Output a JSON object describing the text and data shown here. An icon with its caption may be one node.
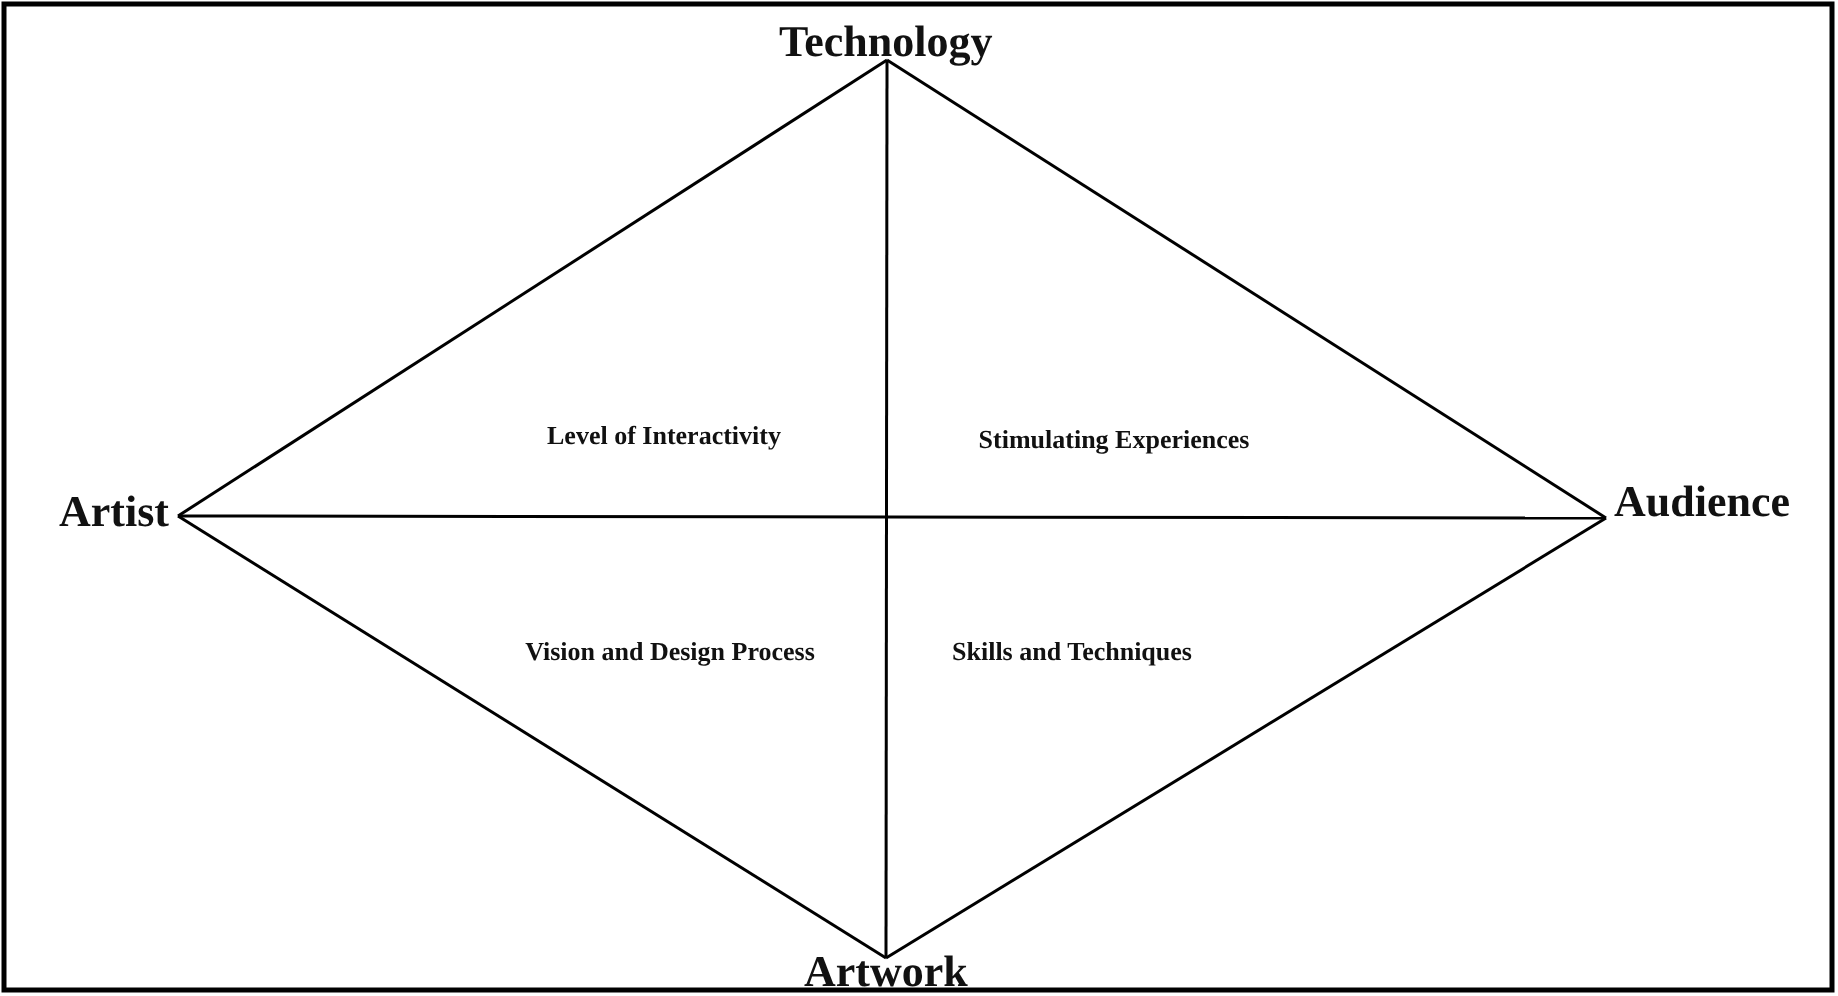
{
  "diagram": {
    "nodes": [
      {
        "text": [
          "Technology"
        ]
      },
      {
        "text": [
          "Artist"
        ]
      },
      {
        "text": [
          "Audience"
        ]
      },
      {
        "text": [
          "Artwork"
        ]
      }
    ],
    "edges": [
      {
        "from": 0,
        "to": 1,
        "arrow": "none"
      },
      {
        "from": 0,
        "to": 2,
        "arrow": "none"
      },
      {
        "from": 1,
        "to": 3,
        "arrow": "none"
      },
      {
        "from": 2,
        "to": 3,
        "arrow": "none"
      },
      {
        "from": 1,
        "to": 2,
        "arrow": "none"
      },
      {
        "from": 0,
        "to": 3,
        "arrow": "none"
      }
    ],
    "labels": [
      "Level of Interactivity",
      "Stimulating Experiences",
      "Vision and Design Process",
      "Skills and Techniques"
    ]
  }
}
